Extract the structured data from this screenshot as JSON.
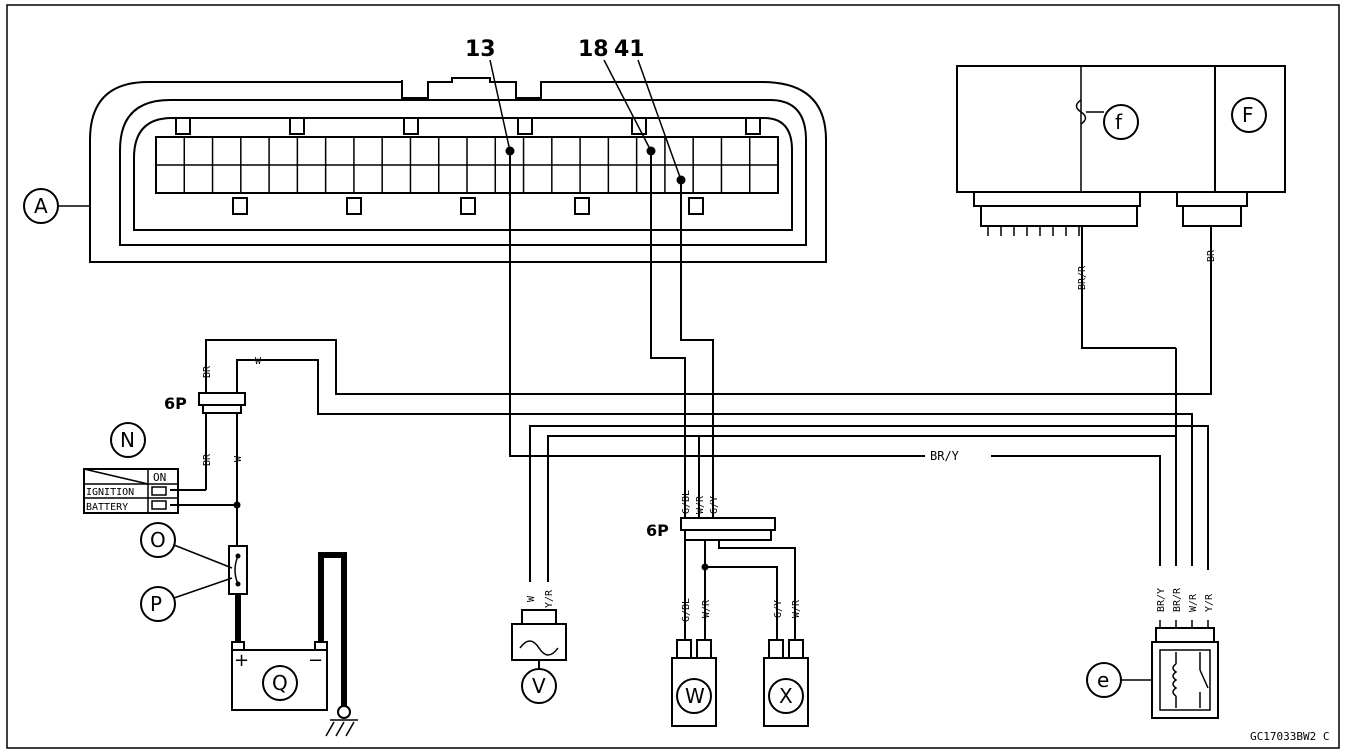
{
  "diagram": {
    "pin_numbers": [
      "13",
      "18",
      "41"
    ],
    "component_labels": {
      "A": "A",
      "F": "F",
      "f": "f",
      "N": "N",
      "O": "O",
      "P": "P",
      "Q": "Q",
      "V": "V",
      "W": "W",
      "X": "X",
      "e": "e"
    },
    "connector_labels": {
      "left_6p": "6P",
      "center_6p": "6P"
    },
    "switch": {
      "on": "ON",
      "ignition": "IGNITION",
      "battery": "BATTERY"
    },
    "battery": {
      "plus": "+",
      "minus": "−"
    },
    "wire_labels": {
      "br_1": "BR",
      "w_1": "W",
      "br_2": "BR",
      "w_2": "W",
      "w_3": "W",
      "br_y_main": "BR/Y",
      "br_r_f": "BR/R",
      "br_f": "BR",
      "g_bl_top": "G/BL",
      "w_r_top": "W/R",
      "g_y_top": "G/Y",
      "w_v": "W",
      "y_r_v": "Y/R",
      "g_bl_w": "G/BL",
      "w_r_w": "W/R",
      "g_y_x": "G/Y",
      "w_r_x": "W/R",
      "relay_br_y": "BR/Y",
      "relay_br_r": "BR/R",
      "relay_w_r": "W/R",
      "relay_y_r": "Y/R"
    },
    "code": "GC17033BW2 C"
  }
}
